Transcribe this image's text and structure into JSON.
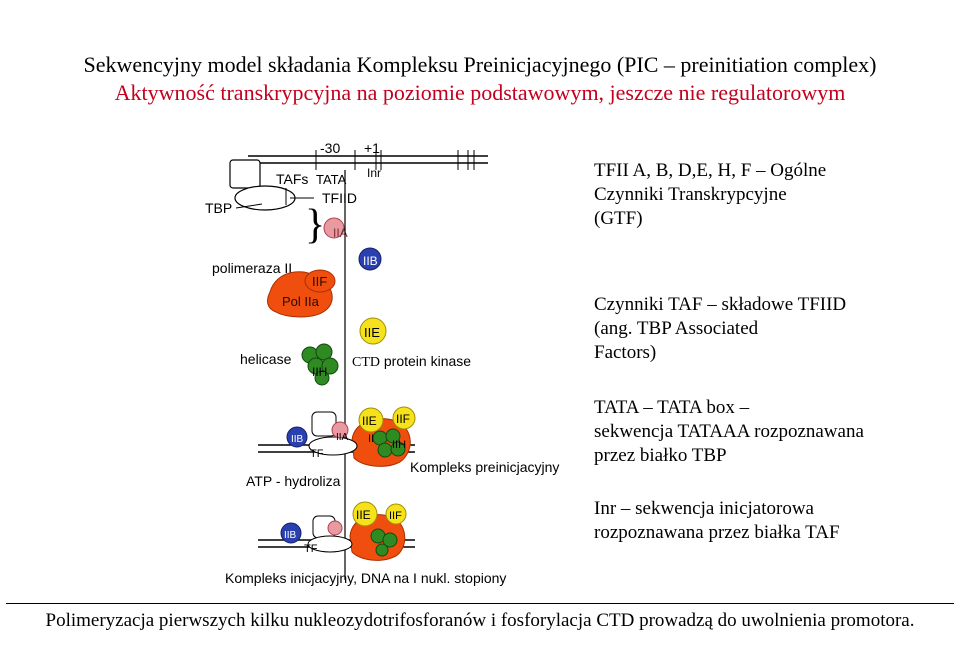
{
  "title": "Sekwencyjny model składania Kompleksu Preinicjacyjnego (PIC – preinitiation complex)",
  "subtitle": "Aktywność transkrypcyjna na poziomie podstawowym, jeszcze nie regulatorowym",
  "diagram": {
    "minus30": "-30",
    "plus1": "+1",
    "tafs": "TAFs",
    "tata": "TATA",
    "inr": "Inr",
    "tfiid": "TFIID",
    "tbp": "TBP",
    "iia": "IIA",
    "iib": "IIB",
    "polimeraza": "polimeraza II",
    "iif": "IIF",
    "polIIa": "Pol IIa",
    "iie": "IIE",
    "helicase": "helicase",
    "iih": "IIH",
    "ctd_kinase_ctd": "CTD",
    "ctd_kinase_rest": " protein kinase",
    "atp": "ATP - hydroliza",
    "kompleks_pre": "Kompleks preinicjacyjny",
    "kompleks_ini": "Kompleks inicjacyjny, DNA na I nukl. stopiony",
    "tf": "TF",
    "ii": "II"
  },
  "legend": {
    "gtf": [
      "TFII A, B, D,E, H, F – Ogólne",
      "Czynniki Transkrypcyjne",
      "(GTF)"
    ],
    "taf": [
      "Czynniki TAF – składowe TFIID",
      "(ang. TBP Associated",
      "Factors)"
    ],
    "tata": [
      "TATA – TATA box –",
      "sekwencja TATAAA rozpoznawana",
      "przez białko TBP"
    ],
    "inr": [
      "Inr – sekwencja inicjatorowa",
      "rozpoznawana przez białka TAF"
    ]
  },
  "footer": "Polimeryzacja pierwszych kilku nukleozydotrifosforanów i fosforylacja CTD prowadzą do uwolnienia promotora.",
  "colors": {
    "subtitle": "#c4001e",
    "iib_blue": "#2a3fb0",
    "iia_pink": "#e89aa0",
    "polII_orange": "#f04e0e",
    "iie_yellow": "#f5e21c",
    "iih_green": "#2f8a22"
  }
}
